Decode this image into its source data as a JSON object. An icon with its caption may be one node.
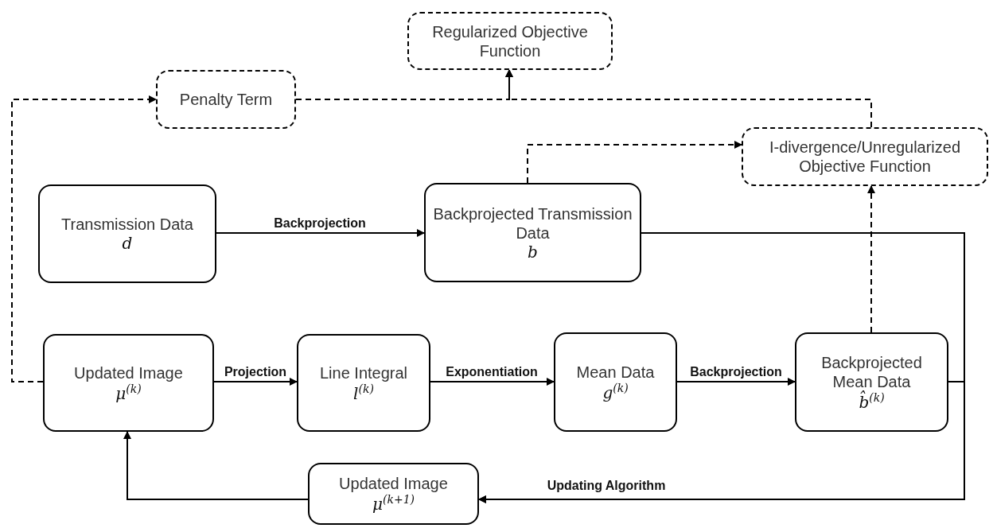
{
  "diagram": {
    "nodes": [
      {
        "text": [
          "Regularized Objective Function"
        ]
      },
      {
        "text": [
          "Penalty Term"
        ]
      },
      {
        "text": [
          "I-divergence/Unregularized Objective Function"
        ]
      },
      {
        "text": [
          "Transmission Data",
          "d"
        ]
      },
      {
        "text": [
          "Backprojected Transmission Data",
          "b"
        ]
      },
      {
        "text": [
          "Updated Image",
          "μ$^{(k)}$"
        ]
      },
      {
        "text": [
          "Line Integral",
          "l$^{(k)}$"
        ]
      },
      {
        "text": [
          "Mean Data",
          "g$^{(k)}$"
        ]
      },
      {
        "text": [
          "Backprojected Mean Data",
          "b̂$^{(k)}$"
        ]
      },
      {
        "text": [
          "Updated Image",
          "μ$^{(k+1)}$"
        ]
      }
    ],
    "edges": [
      {
        "from": 5,
        "to": 1,
        "arrow": "to",
        "style": "dashed"
      },
      {
        "from": 1,
        "to": 0,
        "arrow": "to",
        "style": "dashed"
      },
      {
        "from": 2,
        "to": 0,
        "arrow": "to",
        "style": "dashed"
      },
      {
        "from": 4,
        "to": 2,
        "arrow": "to",
        "style": "dashed"
      },
      {
        "from": 8,
        "to": 2,
        "arrow": "to",
        "style": "dashed"
      },
      {
        "from": 3,
        "to": 4,
        "arrow": "to",
        "label": "Backprojection"
      },
      {
        "from": 5,
        "to": 6,
        "arrow": "to",
        "label": "Projection"
      },
      {
        "from": 6,
        "to": 7,
        "arrow": "to",
        "label": "Exponentiation"
      },
      {
        "from": 7,
        "to": 8,
        "arrow": "to",
        "label": "Backprojection"
      },
      {
        "from": 4,
        "to": 9,
        "arrow": "to",
        "label": "Updating Algorithm"
      },
      {
        "from": 8,
        "to": 9,
        "arrow": "to"
      },
      {
        "from": 9,
        "to": 5,
        "arrow": "to"
      }
    ]
  }
}
